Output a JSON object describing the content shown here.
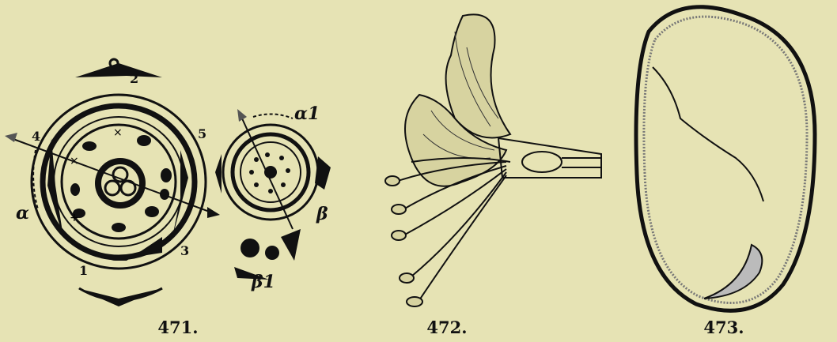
{
  "figures": [
    {
      "caption": "471.",
      "labels": {
        "n2": "2",
        "n4": "4",
        "n5": "5",
        "n3": "3",
        "n1": "1",
        "alpha": "α",
        "alpha1": "α1",
        "beta": "β",
        "beta1": "β1"
      }
    },
    {
      "caption": "472."
    },
    {
      "caption": "473."
    }
  ]
}
